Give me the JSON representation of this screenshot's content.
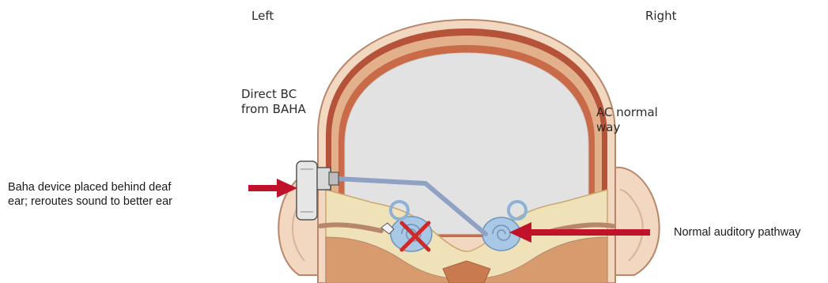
{
  "labels": {
    "left": "Left",
    "right": "Right",
    "direct_bc": "Direct BC\nfrom BAHA",
    "ac_normal": "AC normal\nway",
    "baha_device": "Baha device placed behind deaf\near; reroutes sound to better ear",
    "normal_pathway": "Normal auditory pathway"
  },
  "colors": {
    "skin": "#f2d8c0",
    "skin_outline": "#b8866a",
    "skull_outer": "#b5523a",
    "skull_band": "#e2b08a",
    "skull_inner": "#c96a48",
    "brain_cavity": "#e2e2e2",
    "bone_petrous": "#efe2b8",
    "sound_path": "#8ea2c4",
    "arrow_red": "#c1122b",
    "cochlea_blue": "#a9c8e6",
    "cross_red": "#cf2a2a"
  },
  "icons": {
    "device": "baha-device-icon",
    "blocked": "red-cross-icon",
    "left_cochlea": "left-cochlea-icon",
    "right_cochlea": "right-cochlea-icon"
  }
}
